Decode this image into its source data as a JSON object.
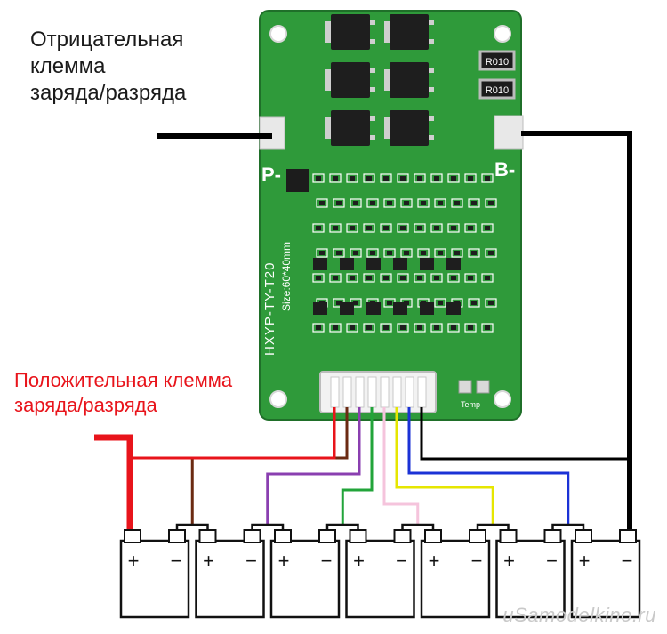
{
  "labels": {
    "negative": {
      "lines": [
        "Отрицательная",
        "клемма",
        "заряда/разряда"
      ],
      "color": "#1a1a1a"
    },
    "positive": {
      "lines": [
        "Положительная клемма",
        "заряда/разряда"
      ],
      "color": "#e8141b"
    }
  },
  "board": {
    "color": "#2f9a3a",
    "model": "HXYP-TY-T20",
    "size": "Size:60*40mm",
    "pads": {
      "p_minus": "P-",
      "b_minus": "B-"
    },
    "resistors": [
      "R010",
      "R010"
    ],
    "temp_label": "Temp"
  },
  "cells": {
    "count": 7,
    "plus_sign": "+",
    "minus_sign": "−"
  },
  "wires": {
    "colors": [
      "#e8141b",
      "#6b2a12",
      "#8a3fb0",
      "#22a43a",
      "#f5c4dc",
      "#e6e600",
      "#1b32d6",
      "#000000"
    ]
  },
  "watermark": "uSamodelkino.ru"
}
